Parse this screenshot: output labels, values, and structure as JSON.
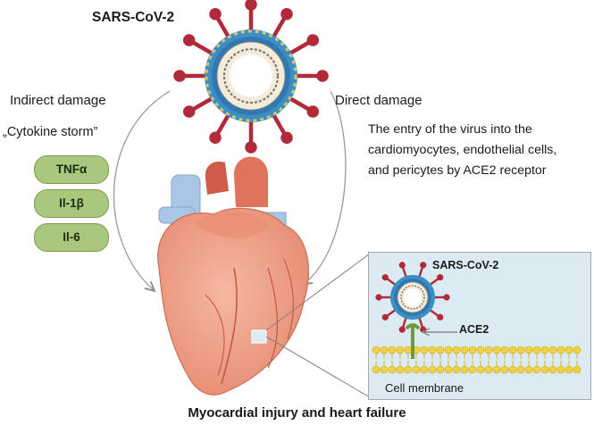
{
  "title_top": "SARS-CoV-2",
  "indirect": {
    "label": "Indirect damage",
    "cytokine_label": "„Cytokine storm”",
    "cytokines": [
      "TNFα",
      "Il-1β",
      "Il-6"
    ]
  },
  "direct": {
    "label": "Direct damage",
    "description_lines": [
      "The entry of the virus into the",
      "cardiomyocytes, endothelial cells,",
      "and pericytes by ACE2 receptor"
    ]
  },
  "inset": {
    "virus_label": "SARS-CoV-2",
    "receptor_label": "ACE2",
    "membrane_label": "Cell membrane"
  },
  "bottom_title": "Myocardial injury and heart failure",
  "colors": {
    "spike": "#b02a3a",
    "capsid_blue": "#3b8fc4",
    "pill_fill": "#a9c87e",
    "heart": "#f0a18a",
    "vessel": "#a9c6e6",
    "inset_bg": "#dceaf3",
    "membrane": "#f2d23d",
    "receptor": "#6f9b3a"
  }
}
